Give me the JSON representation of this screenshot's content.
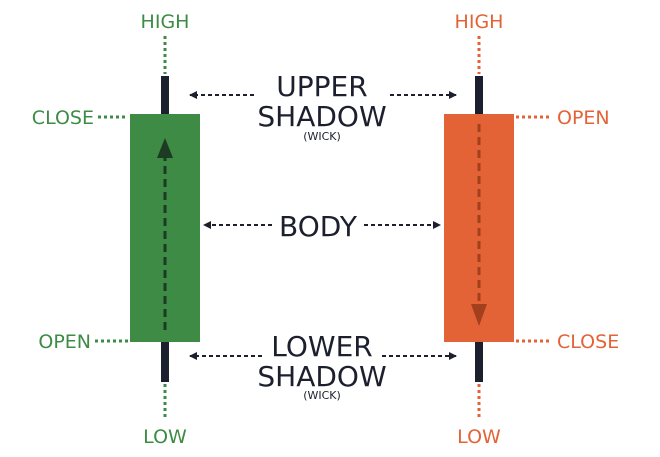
{
  "colors": {
    "bullish": "#3d8b45",
    "bearish": "#e36336",
    "wick": "#1c1f2e",
    "arrow": "#1c1f2e",
    "bullish_arrow": "#1d3a22",
    "bearish_arrow": "#a23f1c",
    "background": "#ffffff"
  },
  "bullish_candle": {
    "high_label": "HIGH",
    "close_label": "CLOSE",
    "open_label": "OPEN",
    "low_label": "LOW"
  },
  "bearish_candle": {
    "high_label": "HIGH",
    "open_label": "OPEN",
    "close_label": "CLOSE",
    "low_label": "LOW"
  },
  "annotations": {
    "upper_shadow_line1": "UPPER",
    "upper_shadow_line2": "SHADOW",
    "upper_shadow_sub": "(WICK)",
    "body": "BODY",
    "lower_shadow_line1": "LOWER",
    "lower_shadow_line2": "SHADOW",
    "lower_shadow_sub": "(WICK)"
  }
}
